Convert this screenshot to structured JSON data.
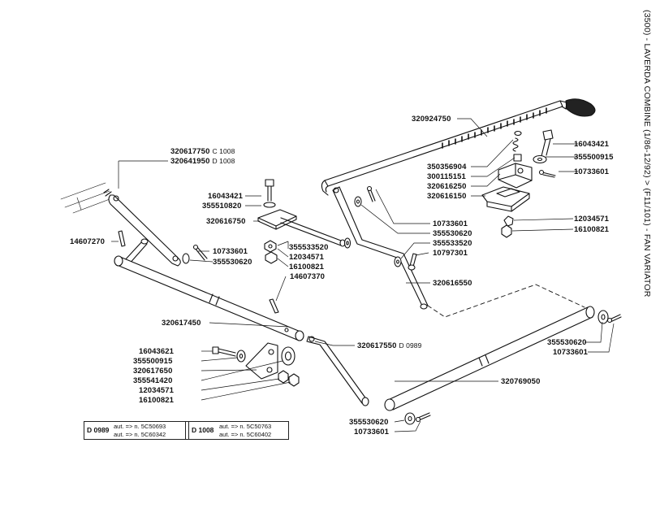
{
  "title": "(3500) - LAVERDA COMBINE (1/86-12/92) > (F11/101) - FAN VARIATOR",
  "labels": {
    "p320924750": "320924750",
    "p16043421_r": "16043421",
    "p355500915_r": "355500915",
    "p10733601_r": "10733601",
    "p350356904": "350356904",
    "p300115151": "300115151",
    "p320616250": "320616250",
    "p320616150": "320616150",
    "p12034571_r": "12034571",
    "p16100821_r": "16100821",
    "p320617750": "320617750",
    "p320617750_sfx": "C 1008",
    "p320641950": "320641950",
    "p320641950_sfx": "D 1008",
    "p16043421_m": "16043421",
    "p355510820": "355510820",
    "p320616750": "320616750",
    "p14607270": "14607270",
    "p10733601_m": "10733601",
    "p355530620_m": "355530620",
    "p355533520_m": "355533520",
    "p12034571_m": "12034571",
    "p16100821_m": "16100821",
    "p14607370": "14607370",
    "p10733601_c": "10733601",
    "p355530620_c": "355530620",
    "p355533520_c": "355533520",
    "p10797301": "10797301",
    "p320616550": "320616550",
    "p320617450": "320617450",
    "p320617550": "320617550",
    "p320617550_sfx": "D 0989",
    "p16043621": "16043621",
    "p355500915_l": "355500915",
    "p320617650": "320617650",
    "p355541420": "355541420",
    "p12034571_l": "12034571",
    "p16100821_l": "16100821",
    "p355530620_rr": "355530620",
    "p10733601_rr": "10733601",
    "p320769050": "320769050",
    "p355530620_b": "355530620",
    "p10733601_b": "10733601"
  },
  "notes": {
    "left_code": "D 0989",
    "left_line1": "aut. => n. 5C50693",
    "left_line2": "aut. => n. 5C60342",
    "right_code": "D 1008",
    "right_line1": "aut. => n. 5C50763",
    "right_line2": "aut. => n. 5C60402"
  }
}
